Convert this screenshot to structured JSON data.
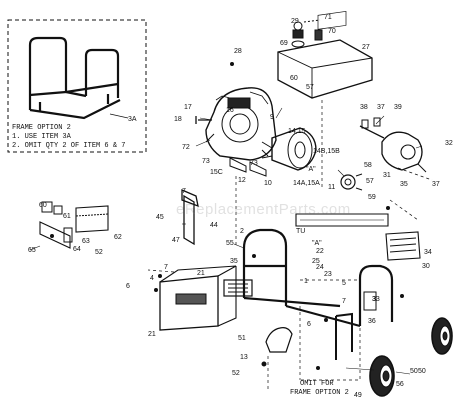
{
  "watermark": "eReplacementParts.com",
  "frame_option_box": {
    "title": "FRAME OPTION 2",
    "line1": "1. USE ITEM 3A",
    "line2": "2. OMIT QTY 2 OF ITEM 6 & 7",
    "label_3a": "3A"
  },
  "omit_note": {
    "line1": "OMIT FOR",
    "line2": "FRAME OPTION 2"
  },
  "part_labels": [
    {
      "id": "l29",
      "text": "29"
    },
    {
      "id": "l71",
      "text": "71"
    },
    {
      "id": "l70",
      "text": "70"
    },
    {
      "id": "l69",
      "text": "69"
    },
    {
      "id": "l28",
      "text": "28"
    },
    {
      "id": "l27",
      "text": "27"
    },
    {
      "id": "l60",
      "text": "60"
    },
    {
      "id": "l57a",
      "text": "57"
    },
    {
      "id": "l17",
      "text": "17"
    },
    {
      "id": "l18",
      "text": "18"
    },
    {
      "id": "l16",
      "text": "16"
    },
    {
      "id": "l9",
      "text": "9"
    },
    {
      "id": "l72",
      "text": "72"
    },
    {
      "id": "l1415",
      "text": "14,15"
    },
    {
      "id": "l1415b",
      "text": "14B,15B"
    },
    {
      "id": "lA1",
      "text": "\"A\""
    },
    {
      "id": "l38",
      "text": "38"
    },
    {
      "id": "l37a",
      "text": "37"
    },
    {
      "id": "l39",
      "text": "39"
    },
    {
      "id": "l32",
      "text": "32"
    },
    {
      "id": "l31",
      "text": "31"
    },
    {
      "id": "l35",
      "text": "35"
    },
    {
      "id": "l37b",
      "text": "37"
    },
    {
      "id": "l58",
      "text": "58"
    },
    {
      "id": "l57b",
      "text": "57"
    },
    {
      "id": "l59",
      "text": "59"
    },
    {
      "id": "l15c",
      "text": "15C"
    },
    {
      "id": "l73a",
      "text": "73"
    },
    {
      "id": "l73b",
      "text": "73"
    },
    {
      "id": "l12",
      "text": "12"
    },
    {
      "id": "l10",
      "text": "10"
    },
    {
      "id": "l14a",
      "text": "14A,15A"
    },
    {
      "id": "l11",
      "text": "11"
    },
    {
      "id": "l7a",
      "text": "7"
    },
    {
      "id": "l45",
      "text": "45"
    },
    {
      "id": "l47",
      "text": "47"
    },
    {
      "id": "l44",
      "text": "44"
    },
    {
      "id": "l60b",
      "text": "60"
    },
    {
      "id": "l61",
      "text": "61"
    },
    {
      "id": "l62",
      "text": "62"
    },
    {
      "id": "l63",
      "text": "63"
    },
    {
      "id": "l64",
      "text": "64"
    },
    {
      "id": "l65",
      "text": "65"
    },
    {
      "id": "l52",
      "text": "52"
    },
    {
      "id": "l2",
      "text": "2"
    },
    {
      "id": "l55",
      "text": "55"
    },
    {
      "id": "l35b",
      "text": "35"
    },
    {
      "id": "lTU",
      "text": "TU"
    },
    {
      "id": "lA2",
      "text": "\"A\""
    },
    {
      "id": "l22",
      "text": "22"
    },
    {
      "id": "l25",
      "text": "25"
    },
    {
      "id": "l24",
      "text": "24"
    },
    {
      "id": "l23",
      "text": "23"
    },
    {
      "id": "l1",
      "text": "1"
    },
    {
      "id": "l34",
      "text": "34"
    },
    {
      "id": "l30",
      "text": "30"
    },
    {
      "id": "l33",
      "text": "33"
    },
    {
      "id": "l7b",
      "text": "7"
    },
    {
      "id": "l4",
      "text": "4"
    },
    {
      "id": "l6a",
      "text": "6"
    },
    {
      "id": "l21a",
      "text": "21"
    },
    {
      "id": "l21b",
      "text": "21"
    },
    {
      "id": "l5",
      "text": "5"
    },
    {
      "id": "l3",
      "text": "3"
    },
    {
      "id": "l7c",
      "text": "7"
    },
    {
      "id": "l6b",
      "text": "6"
    },
    {
      "id": "l36",
      "text": "36"
    },
    {
      "id": "l51",
      "text": "51"
    },
    {
      "id": "l13",
      "text": "13"
    },
    {
      "id": "l50",
      "text": "50"
    },
    {
      "id": "l52b",
      "text": "52"
    },
    {
      "id": "l49",
      "text": "49"
    },
    {
      "id": "l56",
      "text": "56"
    },
    {
      "id": "l50b",
      "text": "50"
    }
  ]
}
